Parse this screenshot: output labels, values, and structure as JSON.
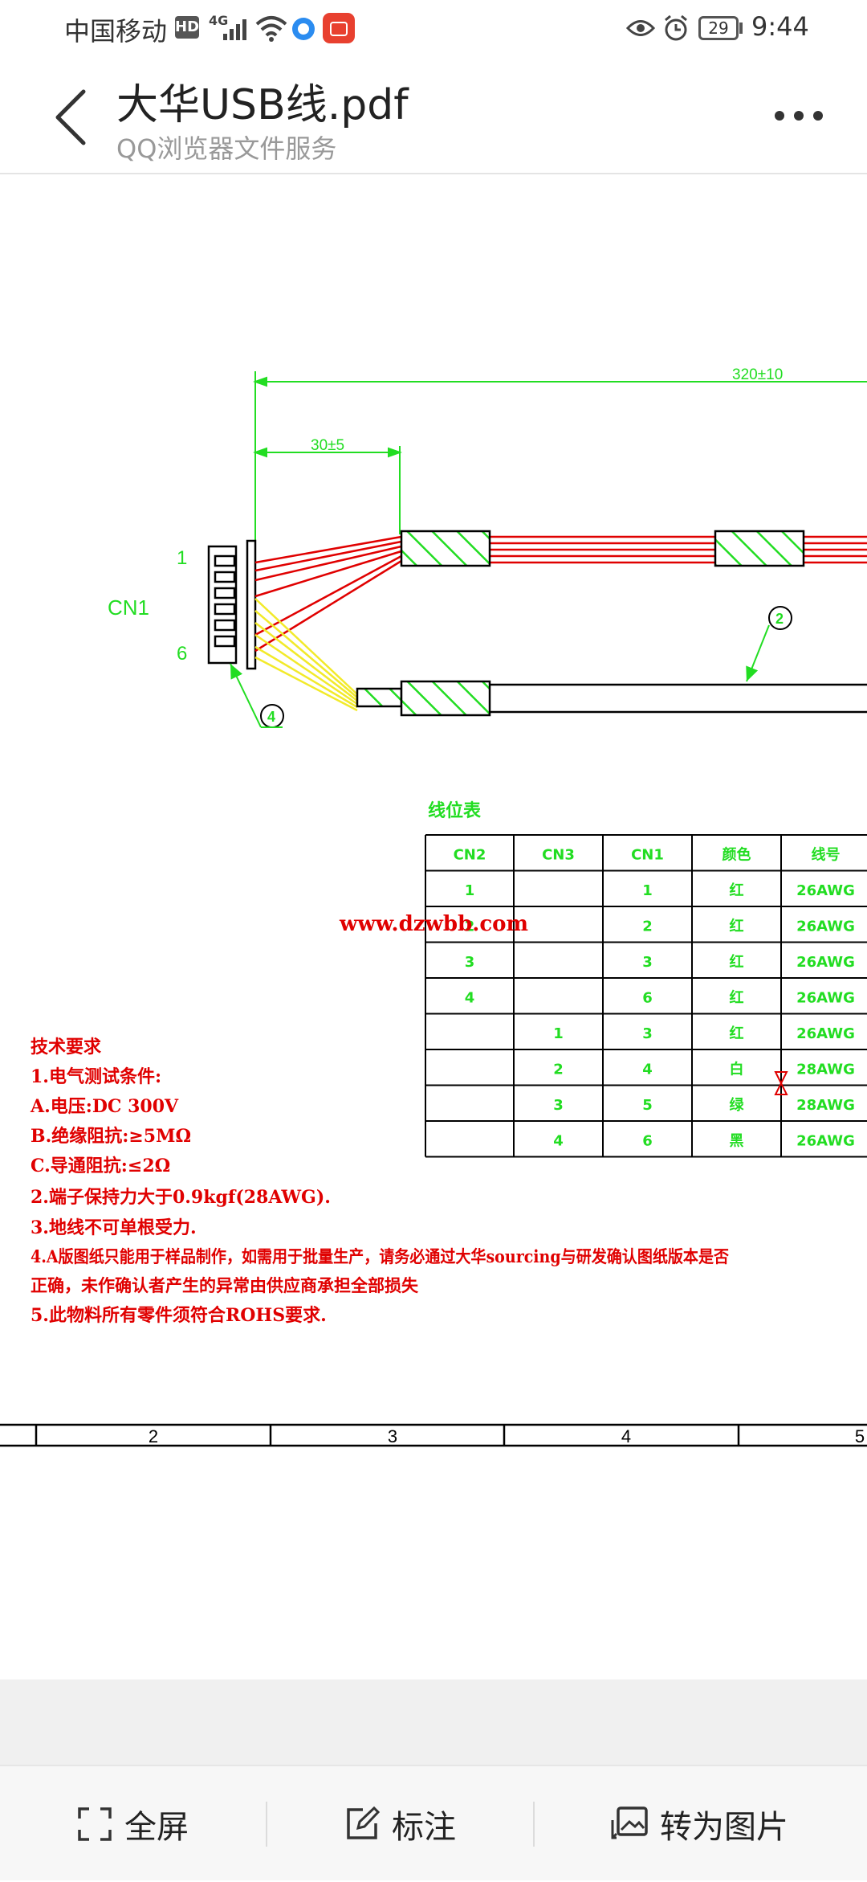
{
  "status_bar": {
    "carrier": "中国移动",
    "hd": "HD",
    "network": "4G",
    "battery": "29",
    "time": "9:44"
  },
  "header": {
    "title": "大华USB线.pdf",
    "subtitle": "QQ浏览器文件服务"
  },
  "drawing": {
    "dim_total": "320±10",
    "dim_short": "30±5",
    "connector_label": "CN1",
    "pin_first": "1",
    "pin_last": "6",
    "callout_2": "2",
    "callout_4": "4",
    "watermark": "www.dzwbb.com",
    "table_title": "线位表",
    "table_headers": [
      "CN2",
      "CN3",
      "CN1",
      "颜色",
      "线号"
    ],
    "table_rows": [
      [
        "1",
        "",
        "1",
        "红",
        "26AWG"
      ],
      [
        "2",
        "",
        "2",
        "红",
        "26AWG"
      ],
      [
        "3",
        "",
        "3",
        "红",
        "26AWG"
      ],
      [
        "4",
        "",
        "6",
        "红",
        "26AWG"
      ],
      [
        "",
        "1",
        "3",
        "红",
        "26AWG"
      ],
      [
        "",
        "2",
        "4",
        "白",
        "28AWG"
      ],
      [
        "",
        "3",
        "5",
        "绿",
        "28AWG"
      ],
      [
        "",
        "4",
        "6",
        "黑",
        "26AWG"
      ]
    ],
    "requirements": [
      "技术要求",
      "1.电气测试条件:",
      "A.电压:DC 300V",
      "B.绝缘阻抗:≥5MΩ",
      "C.导通阻抗:≤2Ω",
      "2.端子保持力大于0.9kgf(28AWG).",
      "3.地线不可单根受力.",
      "4.A版图纸只能用于样品制作，如需用于批量生产，请务必通过大华sourcing与研发确认图纸版本是否",
      "正确，未作确认者产生的异常由供应商承担全部损失",
      "5.此物料所有零件须符合ROHS要求."
    ],
    "border_numbers": [
      "2",
      "3",
      "4",
      "5"
    ]
  },
  "bottom_bar": {
    "fullscreen_label": "全屏",
    "annotate_label": "标注",
    "convert_label": "转为图片"
  },
  "colors": {
    "drawing_green": "#22dd22",
    "wire_red": "#e00000",
    "wire_yellow": "#f2ea2a",
    "text_red": "#e00000"
  }
}
